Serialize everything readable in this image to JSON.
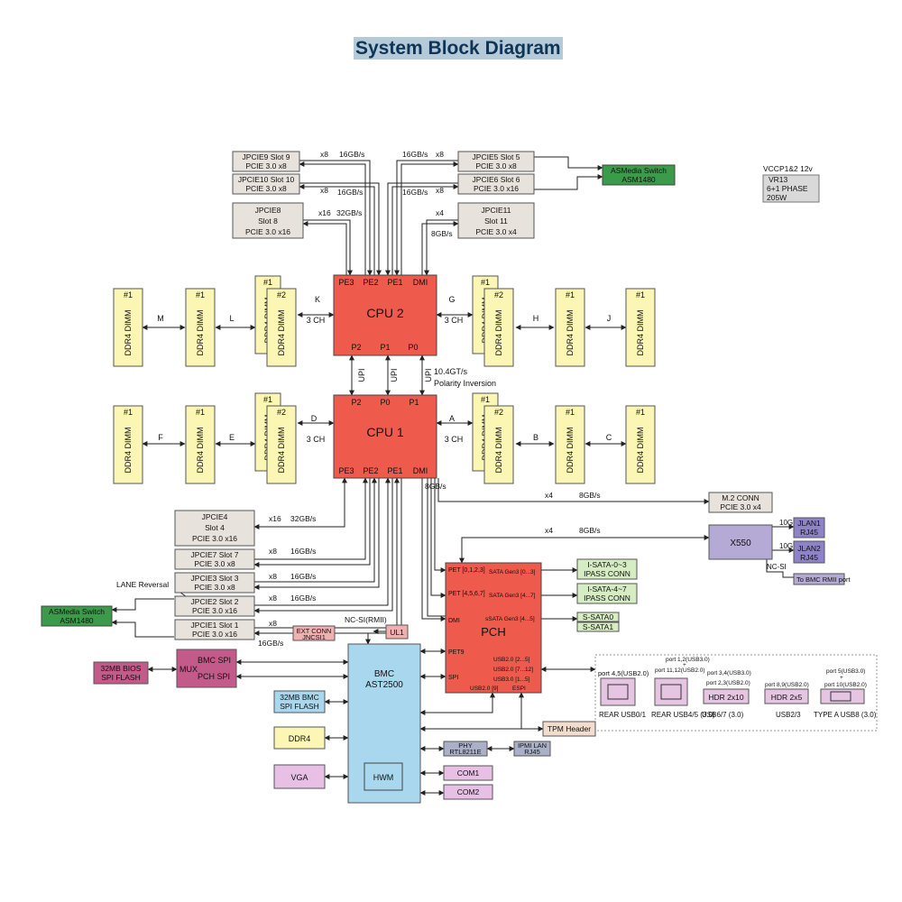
{
  "title": "System Block Diagram",
  "colors": {
    "cpu": "#ee5a4c",
    "pch": "#ee5a4c",
    "bmc": "#a9d8ee",
    "dimm": "#fbf6b4",
    "slot": "#e8e2dc",
    "asmedia": "#3c9b4a",
    "sata": "#d6ecc2",
    "x550": "#b5a9d6",
    "jlan": "#8d83c6",
    "usb": "#e6c5e3",
    "mux": "#c45a8a",
    "ddr4": "#fbf6b4",
    "vga": "#e8c0e6",
    "phy": "#aab0c8",
    "vr": "#d9d9d9",
    "ul": "#f0b0b0",
    "tpm": "#f2dccd"
  },
  "cpu2": {
    "label": "CPU 2",
    "ports_top": [
      "PE3",
      "PE2",
      "PE1",
      "DMI"
    ],
    "ports_bottom": [
      "P2",
      "P1",
      "P0"
    ]
  },
  "cpu1": {
    "label": "CPU 1",
    "ports_top": [
      "P2",
      "P0",
      "P1"
    ],
    "ports_bottom": [
      "PE3",
      "PE2",
      "PE1",
      "DMI"
    ]
  },
  "upi": {
    "label": "UPI",
    "speed": "10.4GT/s",
    "note": "Polarity Inversion"
  },
  "dimm": {
    "label": "DDR4 DIMM",
    "num1": "#1",
    "num2": "#2"
  },
  "channels": {
    "K": "K",
    "L": "L",
    "M": "M",
    "G": "G",
    "H": "H",
    "J": "J",
    "D": "D",
    "E": "E",
    "F": "F",
    "A": "A",
    "B": "B",
    "C": "C",
    "ch3": "3 CH"
  },
  "slots_top": {
    "jpcie9": [
      "JPCIE9 Slot 9",
      "PCIE 3.0 x8"
    ],
    "jpcie10": [
      "JPCIE10 Slot 10",
      "PCIE 3.0 x8"
    ],
    "jpcie8": [
      "JPCIE8",
      "Slot 8",
      "PCIE 3.0 x16"
    ],
    "jpcie5": [
      "JPCIE5 Slot 5",
      "PCIE 3.0 x8"
    ],
    "jpcie6": [
      "JPCIE6 Slot 6",
      "PCIE 3.0 x16"
    ],
    "jpcie11": [
      "JPCIE11",
      "Slot 11",
      "PCIE 3.0 x4"
    ]
  },
  "asmedia_top": [
    "ASMedia Switch",
    "ASM1480"
  ],
  "vr": {
    "line1": "VCCP1&2  12v",
    "line2": "VR13",
    "line3": "6+1 PHASE",
    "line4": "205W"
  },
  "link_labels": {
    "x8": "x8",
    "x16": "x16",
    "x4": "x4",
    "gb16": "16GB/s",
    "gb32": "32GB/s",
    "gb8": "8GB/s"
  },
  "slots_bottom": {
    "jpcie4": [
      "JPCIE4",
      "Slot 4",
      "PCIE 3.0 x16"
    ],
    "jpcie7": [
      "JPCIE7 Slot 7",
      "PCIE 3.0 x8"
    ],
    "jpcie3": [
      "JPCIE3 Slot 3",
      "PCIE 3.0 x8"
    ],
    "jpcie2": [
      "JPCIE2 Slot 2",
      "PCIE 3.0 x16"
    ],
    "jpcie1": [
      "JPCIE1 Slot 1",
      "PCIE 3.0 x16"
    ]
  },
  "lane_reversal": "LANE Reversal",
  "asmedia_bottom": [
    "ASMedia Switch",
    "ASM1480"
  ],
  "m2": [
    "M.2  CONN",
    "PCIE 3.0 x4"
  ],
  "x550": "X550",
  "jlan1": [
    "JLAN1",
    "RJ45"
  ],
  "jlan2": [
    "JLAN2",
    "RJ45"
  ],
  "tag_10g": "10G",
  "ncsi": "NC-SI",
  "bmc_rmii": "To BMC RMII port",
  "pch": {
    "label": "PCH",
    "pet0123": "PET [0,1,2,3]",
    "pet4567": "PET [4,5,6,7]",
    "dmi": "DMI",
    "pet9": "PET9",
    "spi": "SPI",
    "sata03": "SATA Gen3 [0...3]",
    "sata47": "SATA Gen3 [4...7]",
    "ssata": "sSATA Gen3 [4...5]",
    "usb2_25": "USB2.0 [2...5]",
    "usb2_712": "USB2.0 [7...12]",
    "usb3_15": "USB3.0 [1...5]",
    "usb2_9": "USB2.0 [9]",
    "espi": "ESPI"
  },
  "isata03": [
    "I-SATA-0~3",
    "IPASS CONN"
  ],
  "isata47": [
    "I-SATA-4~7",
    "IPASS CONN"
  ],
  "ssata0": "S-SATA0",
  "ssata1": "S-SATA1",
  "ext_conn": [
    "EXT CONN",
    "JNCSI1"
  ],
  "ncsi_rmii": "NC-SI(RMII)",
  "ul1": "UL1",
  "bmc": {
    "label1": "BMC",
    "label2": "AST2500",
    "hwm": "HWM"
  },
  "mux": {
    "label": "MUX",
    "bmc_spi": "BMC SPI",
    "pch_spi": "PCH SPI"
  },
  "bios": [
    "32MB BIOS",
    "SPI FLASH"
  ],
  "bmc_flash": [
    "32MB BMC",
    "SPI FLASH"
  ],
  "ddr4": "DDR4",
  "vga": "VGA",
  "tpm": "TPM Header",
  "phy": [
    "PHY",
    "RTL8211E"
  ],
  "ipmi": [
    "IPMI LAN",
    "RJ45"
  ],
  "com1": "COM1",
  "com2": "COM2",
  "usb": {
    "p45": "port 4,5(USB2.0)",
    "p12": "port 1,2(USB3.0)",
    "p1112": "port 11,12(USB2.0)",
    "p34": "port 3,4(USB3.0)",
    "p23": "port 2,3(USB2.0)",
    "p89": "port 8,9(USB2.0)",
    "p5": "port 5(USB3.0)",
    "p10": "port 10(USB2.0)",
    "hdr2x10": "HDR 2x10",
    "hdr2x5": "HDR 2x5",
    "rear01": "REAR USB0/1",
    "rear45": "REAR USB4/5 (3.0)",
    "usb67": "USB6/7 (3.0)",
    "usb23": "USB2/3",
    "typea": "TYPE A USB8 (3.0)",
    "plus": "+"
  }
}
